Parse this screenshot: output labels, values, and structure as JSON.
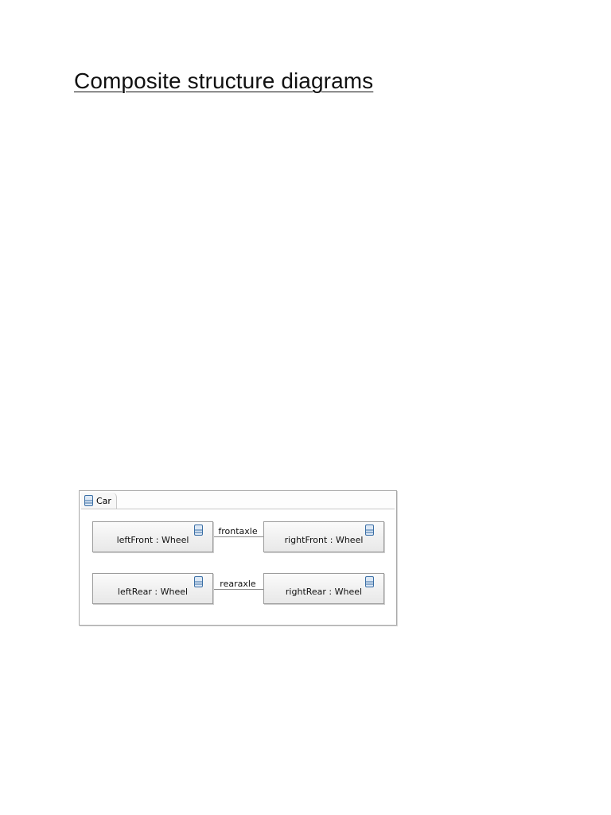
{
  "page": {
    "title": "Composite structure diagrams"
  },
  "diagram": {
    "classifier": {
      "label": "Car",
      "icon": "class-icon"
    },
    "parts": {
      "left_front": {
        "label": "leftFront : Wheel",
        "icon": "class-icon"
      },
      "right_front": {
        "label": "rightFront : Wheel",
        "icon": "class-icon"
      },
      "left_rear": {
        "label": "leftRear : Wheel",
        "icon": "class-icon"
      },
      "right_rear": {
        "label": "rightRear : Wheel",
        "icon": "class-icon"
      }
    },
    "connectors": {
      "front": {
        "label": "frontaxle",
        "from": "leftFront : Wheel",
        "to": "rightFront : Wheel"
      },
      "rear": {
        "label": "rearaxle",
        "from": "leftRear : Wheel",
        "to": "rightRear : Wheel"
      }
    },
    "colors": {
      "icon_stroke": "#3a6ea5",
      "icon_fill": "#dce8f5"
    }
  }
}
